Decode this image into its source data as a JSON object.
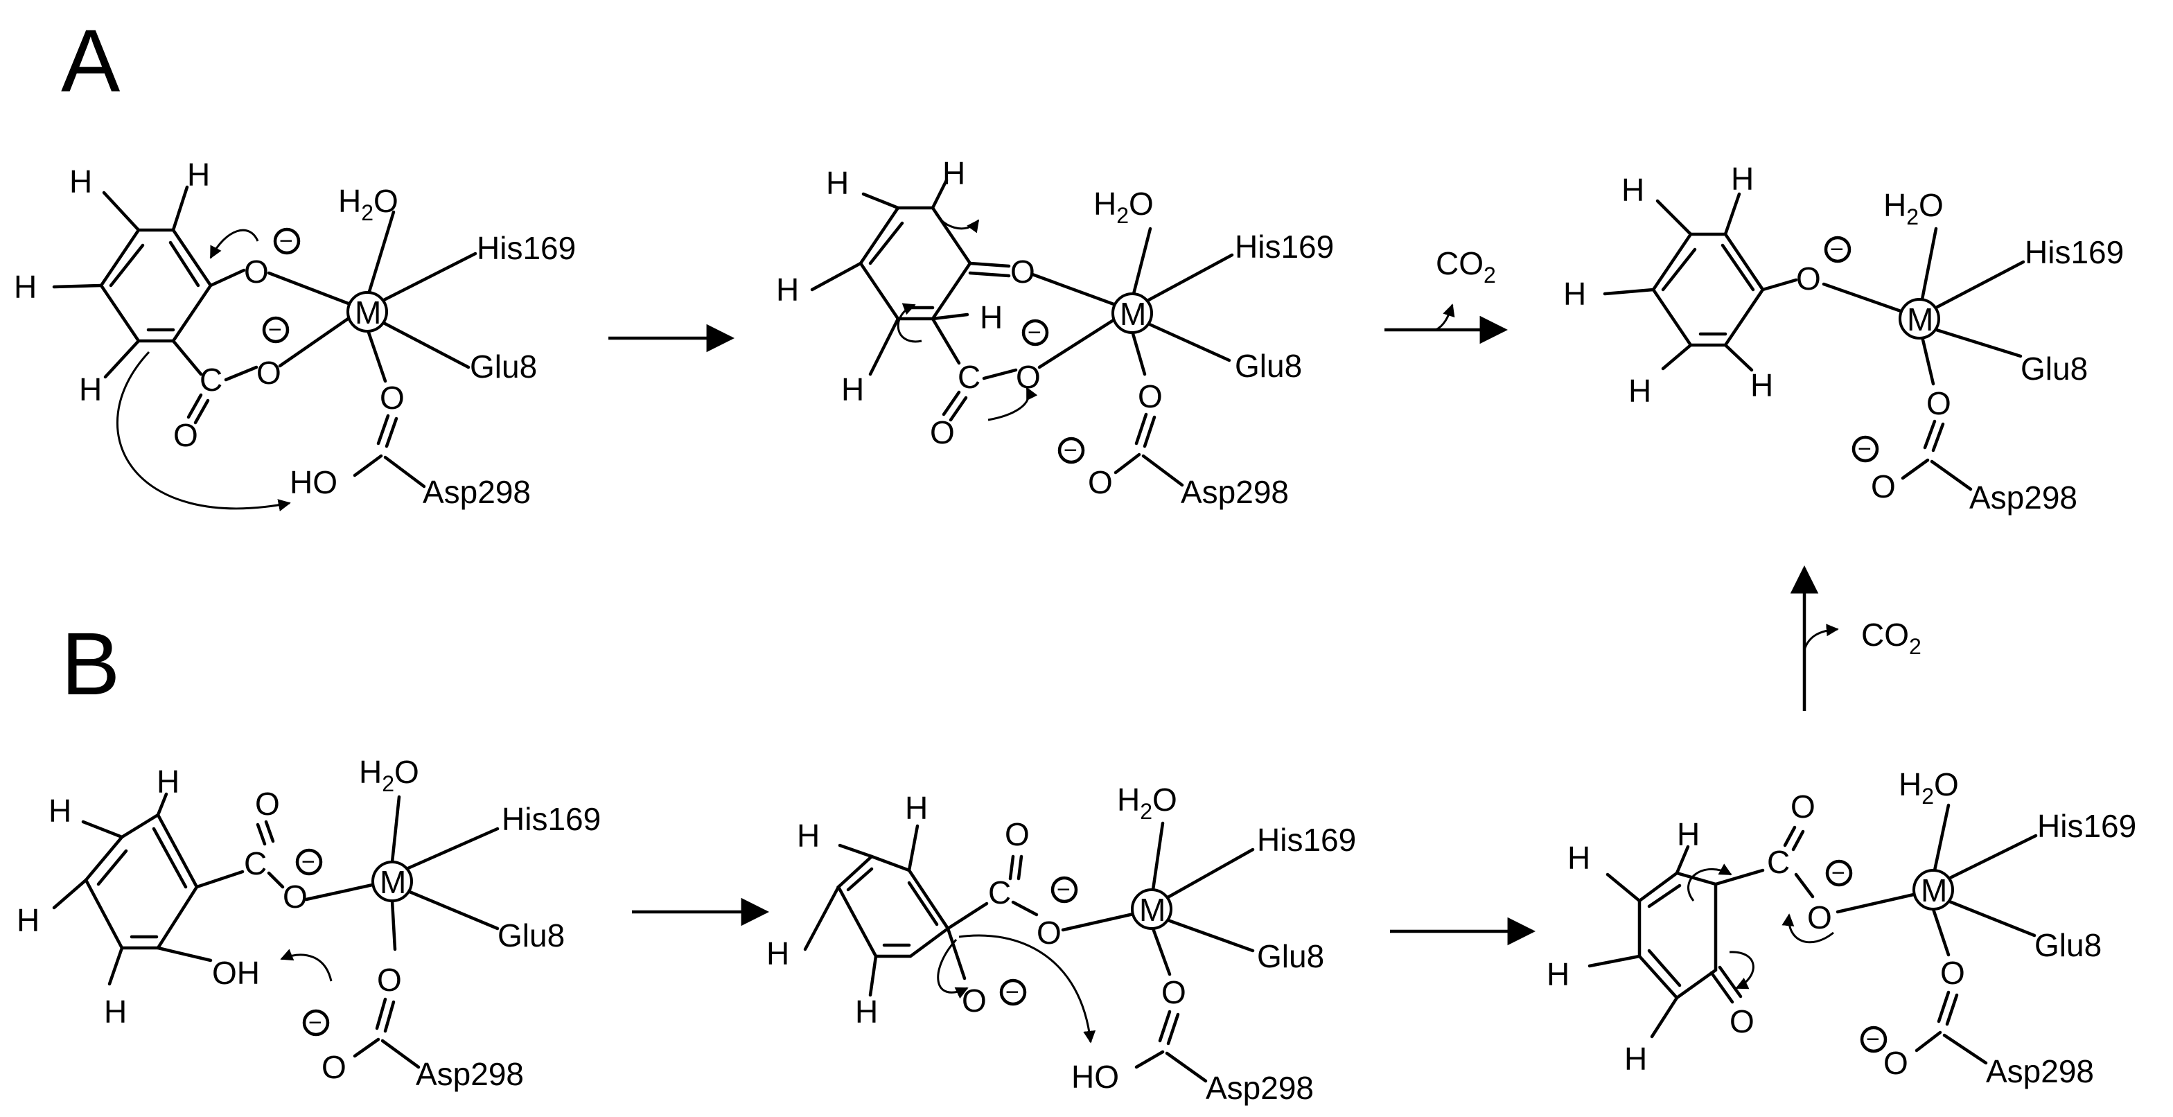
{
  "panels": {
    "a": "A",
    "b": "B"
  },
  "atoms": {
    "H": "H",
    "O": "O",
    "C": "C",
    "HO": "HO",
    "OH": "OH",
    "H2O_main": "H",
    "H2O_sub": "2",
    "H2O_tail": "O",
    "metal": "M"
  },
  "ligands": {
    "his": "His169",
    "glu": "Glu8",
    "asp": "Asp298"
  },
  "byproduct": {
    "co2_main": "CO",
    "co2_sub": "2"
  },
  "charge_symbol": "−"
}
